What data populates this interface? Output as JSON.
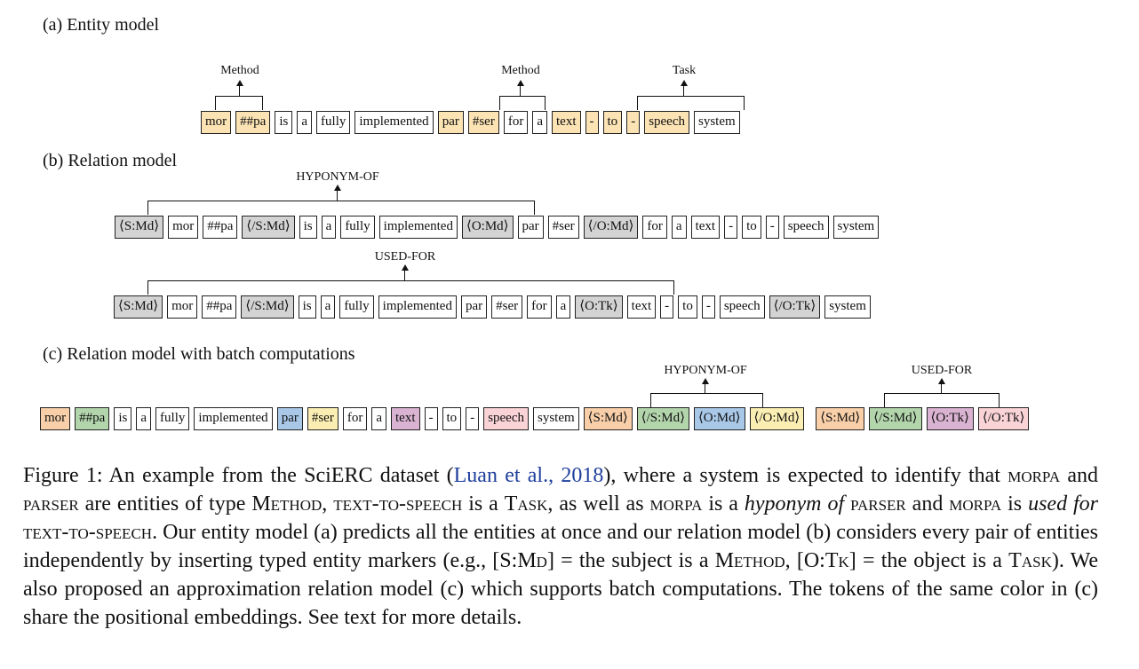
{
  "panel_a": {
    "title": "(a) Entity model",
    "tokens": [
      "mor",
      "##pa",
      "is",
      "a",
      "fully",
      "implemented",
      "par",
      "#ser",
      "for",
      "a",
      "text",
      "-",
      "to",
      "-",
      "speech",
      "system"
    ],
    "tags": [
      "Method",
      "Method",
      "Task"
    ]
  },
  "panel_b": {
    "title": "(b) Relation model",
    "row1": {
      "tag": "HYPONYM-OF",
      "tokens": [
        "⟨S:Md⟩",
        "mor",
        "##pa",
        "⟨/S:Md⟩",
        "is",
        "a",
        "fully",
        "implemented",
        "⟨O:Md⟩",
        "par",
        "#ser",
        "⟨/O:Md⟩",
        "for",
        "a",
        "text",
        "-",
        "to",
        "-",
        "speech",
        "system"
      ]
    },
    "row2": {
      "tag": "USED-FOR",
      "tokens": [
        "⟨S:Md⟩",
        "mor",
        "##pa",
        "⟨/S:Md⟩",
        "is",
        "a",
        "fully",
        "implemented",
        "par",
        "#ser",
        "for",
        "a",
        "⟨O:Tk⟩",
        "text",
        "-",
        "to",
        "-",
        "speech",
        "⟨/O:Tk⟩",
        "system"
      ]
    }
  },
  "panel_c": {
    "title": "(c) Relation model with batch computations",
    "tokens": [
      "mor",
      "##pa",
      "is",
      "a",
      "fully",
      "implemented",
      "par",
      "#ser",
      "for",
      "a",
      "text",
      "-",
      "to",
      "-",
      "speech",
      "system",
      "⟨S:Md⟩",
      "⟨/S:Md⟩",
      "⟨O:Md⟩",
      "⟨/O:Md⟩",
      "⟨S:Md⟩",
      "⟨/S:Md⟩",
      "⟨O:Tk⟩",
      "⟨/O:Tk⟩"
    ],
    "tags": [
      "HYPONYM-OF",
      "USED-FOR"
    ]
  },
  "colors": {
    "entity": "#fbe3b4",
    "marker": "#d3d3d3",
    "orange": "#f8cfa9",
    "green": "#b3d5ac",
    "blue": "#a9c8e8",
    "yellow": "#fbeeb3",
    "purple": "#d9b3d1",
    "pink": "#f9d3d6",
    "citation": "#1f3f9c"
  },
  "caption": {
    "p1": "Figure 1:  An example from the SciERC dataset (",
    "cite_authors": "Luan et al.",
    "cite_sep": ", ",
    "cite_year": "2018",
    "p2": "), where a system is expected to identify that ",
    "morpa": "morpa",
    "and": " and ",
    "parser": "parser",
    "p3": " are entities of type ",
    "method": "Method",
    "comma": ", ",
    "tts": "text-to-speech",
    "p4": " is a ",
    "task": "Task",
    "p5": ", as well as ",
    "p6": " is a ",
    "hyponym_of": "hyponym of",
    "p7": " ",
    "p8": " and ",
    "p9": " is ",
    "used_for": "used for",
    "p10": " ",
    "p11": ". Our entity model (a) predicts all the entities at once and our relation model (b) considers every pair of entities independently by inserting typed entity markers (e.g., [S:",
    "md": "Md",
    "p12": "] = the subject is a ",
    "p13": ", [O:",
    "tk": "Tk",
    "p14": "] = the object is a ",
    "p15": "). We also proposed an approximation relation model (c) which supports batch computations. The tokens of the same color in (c) share the positional embeddings. See text for more details."
  }
}
